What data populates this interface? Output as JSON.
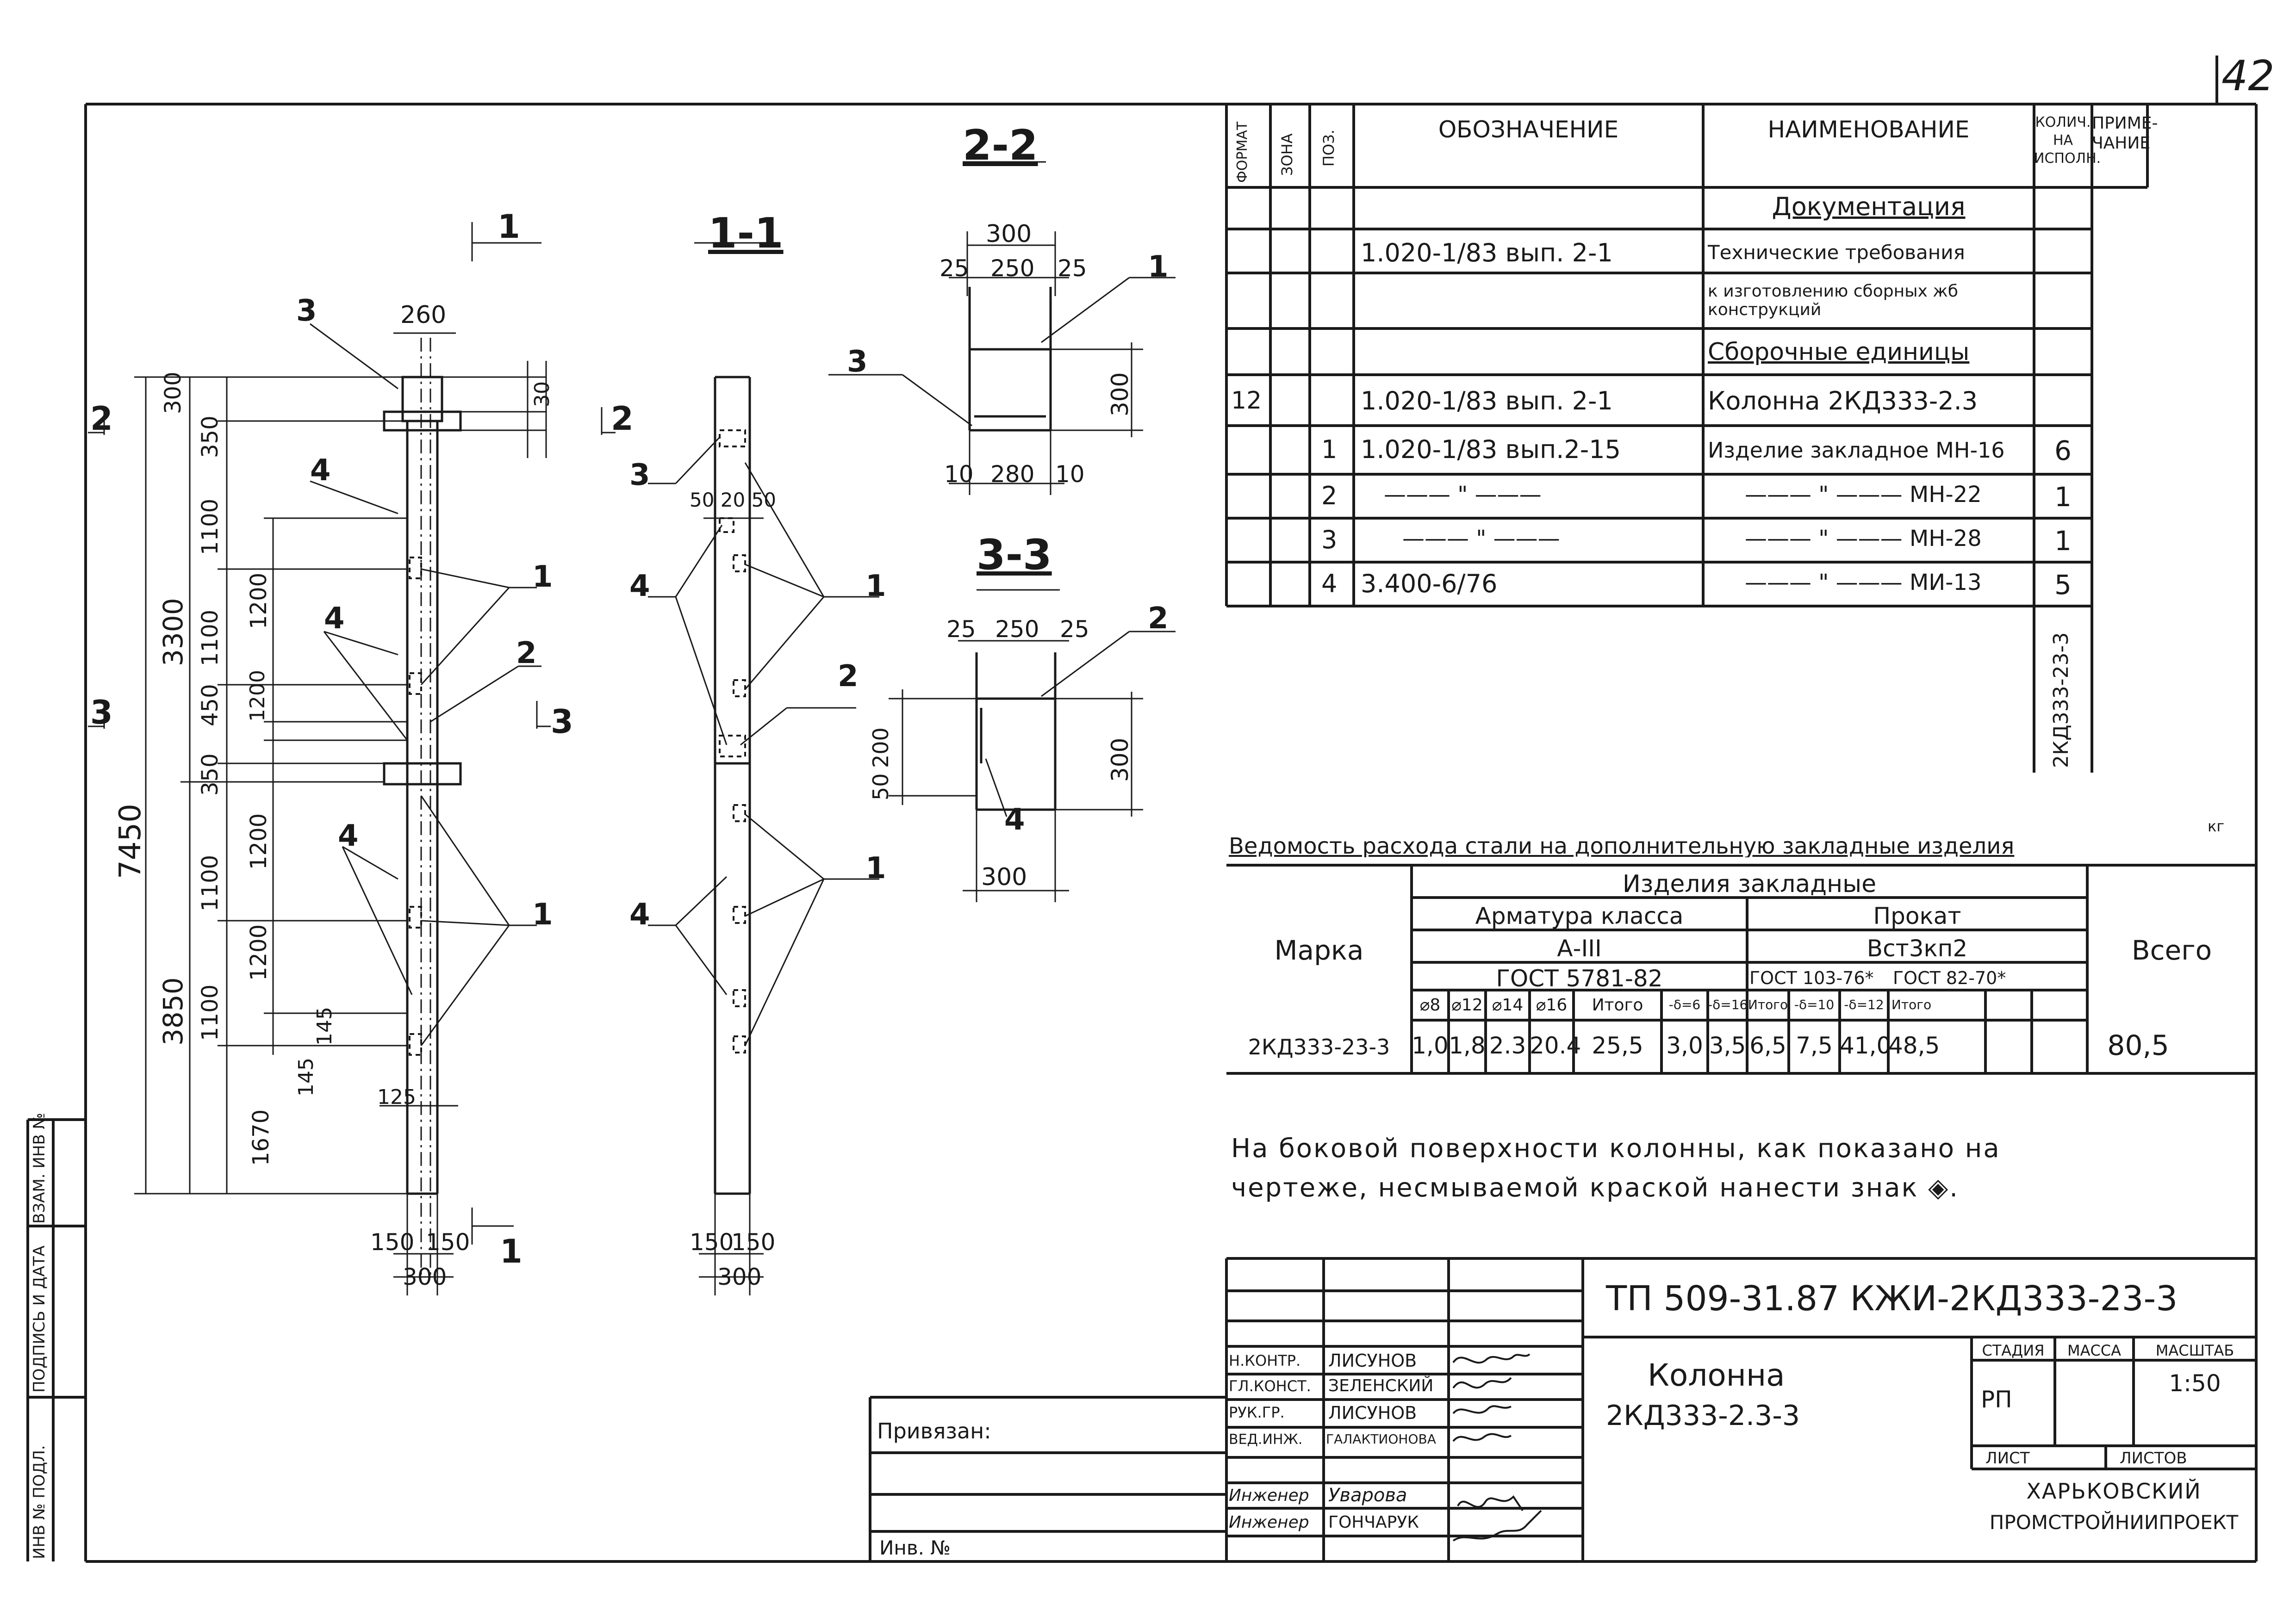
{
  "page_number": "42",
  "sections": {
    "s22": "2-2",
    "s11": "1-1",
    "s33": "3-3",
    "cut1": "1",
    "cut2": "2",
    "cut3": "3"
  },
  "dims": {
    "d260": "260",
    "d300": "300",
    "d25a": "25",
    "d250": "250",
    "d25b": "25",
    "d10a": "10",
    "d280": "280",
    "d10b": "10",
    "d7450": "7450",
    "d3300": "3300",
    "d3850": "3850",
    "d1100a": "1100",
    "d1100b": "1100",
    "d1100c": "1100",
    "d1100d": "1100",
    "d1200a": "1200",
    "d1200b": "1200",
    "d1200c": "1200",
    "d1200d": "1200",
    "d450": "450",
    "d350a": "350",
    "d350b": "350",
    "d300v": "300",
    "d30": "30",
    "d1670": "1670",
    "d125": "125",
    "d145a": "145",
    "d145b": "145",
    "d150a": "150",
    "d150b": "150",
    "d300b": "300",
    "d50": "50",
    "d200": "200",
    "d300c": "300",
    "d300d": "300",
    "d302050": "50 20 50"
  },
  "leaders": {
    "l1": "1",
    "l2": "2",
    "l3": "3",
    "l4": "4"
  },
  "spec": {
    "headers": {
      "format": "ФОРМАТ",
      "zone": "ЗОНА",
      "pos": "ПОЗ.",
      "designation": "ОБОЗНАЧЕНИЕ",
      "name": "НАИМЕНОВАНИЕ",
      "qty": "КОЛИЧ. НА ИСПОЛН.",
      "note": "ПРИМЕ- ЧАНИЕ"
    },
    "rows": [
      {
        "format": "",
        "pos": "",
        "designation": "",
        "name": "Документация",
        "qty": ""
      },
      {
        "format": "",
        "pos": "",
        "designation": "1.020-1/83  вып. 2-1",
        "name": "Технические требования",
        "qty": ""
      },
      {
        "format": "",
        "pos": "",
        "designation": "",
        "name": "к изготовлению сборных жб конструкций",
        "qty": ""
      },
      {
        "format": "",
        "pos": "",
        "designation": "",
        "name": "Сборочные единицы",
        "qty": ""
      },
      {
        "format": "12",
        "pos": "",
        "designation": "1.020-1/83  вып. 2-1",
        "name": "Колонна 2КД333-2.3",
        "qty": ""
      },
      {
        "format": "",
        "pos": "1",
        "designation": "1.020-1/83  вып.2-15",
        "name": "Изделие закладное МН-16",
        "qty": "6"
      },
      {
        "format": "",
        "pos": "2",
        "designation": "——— \" ———",
        "name": "——— \" ———  МН-22",
        "qty": "1"
      },
      {
        "format": "",
        "pos": "3",
        "designation": "——— \" ———",
        "name": "——— \" ———  МН-28",
        "qty": "1"
      },
      {
        "format": "",
        "pos": "4",
        "designation": "3.400-6/76",
        "name": "——— \" ——— МИ-13",
        "qty": "5"
      }
    ],
    "vertical_mark": "2КД333-23-3"
  },
  "steel": {
    "title": "Ведомость расхода стали на дополнительную закладные изделия",
    "unit": "кг",
    "mark_header": "Марка",
    "embedded": "Изделия закладные",
    "rebar": "Арматура класса",
    "rebar_class": "А-III",
    "rebar_gost": "ГОСТ 5781-82",
    "rolled": "Прокат",
    "rolled_grade": "Вст3кп2",
    "rolled_gost1": "ГОСТ 103-76*",
    "rolled_gost2": "ГОСТ 82-70*",
    "total_header": "Всего",
    "sub_headers": [
      "⌀8",
      "⌀12",
      "⌀14",
      "⌀16",
      "Итого",
      "-δ=6",
      "-δ=16",
      "Итого",
      "-δ=10",
      "-δ=12",
      "Итого"
    ],
    "row_mark": "2КД333-23-3",
    "values": [
      "1,0",
      "1,8",
      "2.3",
      "20.4",
      "25,5",
      "3,0",
      "3,5",
      "6,5",
      "7,5",
      "41,0",
      "48,5"
    ],
    "total": "80,5"
  },
  "note_text": {
    "line1": "На боковой поверхности колонны, как показано на",
    "line2": "чертеже, несмываемой краской нанести знак ◈."
  },
  "title_block": {
    "code": "ТП 509-31.87  КЖИ-2КД333-23-3",
    "object_title": "Колонна",
    "object_mark": "2КД333-2.3-3",
    "stage_h": "СТАДИЯ",
    "mass_h": "МАССА",
    "scale_h": "МАСШТАБ",
    "stage": "РП",
    "scale": "1:50",
    "sheet_h": "ЛИСТ",
    "sheets_h": "ЛИСТОВ",
    "org1": "ХАРЬКОВСКИЙ",
    "org2": "ПРОМСТРОЙНИИПРОЕКТ",
    "bound": "Привязан:",
    "inv": "Инв. №",
    "people": [
      {
        "role": "Н.КОНТР.",
        "name": "ЛИСУНОВ"
      },
      {
        "role": "ГЛ.КОНСТ.",
        "name": "ЗЕЛЕНСКИЙ"
      },
      {
        "role": "РУК.ГР.",
        "name": "ЛИСУНОВ"
      },
      {
        "role": "ВЕД.ИНЖ.",
        "name": "ГАЛАКТИОНОВА"
      },
      {
        "role": "Инженер",
        "name": "Уварова"
      },
      {
        "role": "Инженер",
        "name": "ГОНЧАРУК"
      }
    ]
  },
  "side_strip": {
    "inv_orig": "ИНВ № ПОДЛ.",
    "sign_date": "ПОДПИСЬ И ДАТА",
    "inv_repl": "ВЗАМ. ИНВ №"
  }
}
